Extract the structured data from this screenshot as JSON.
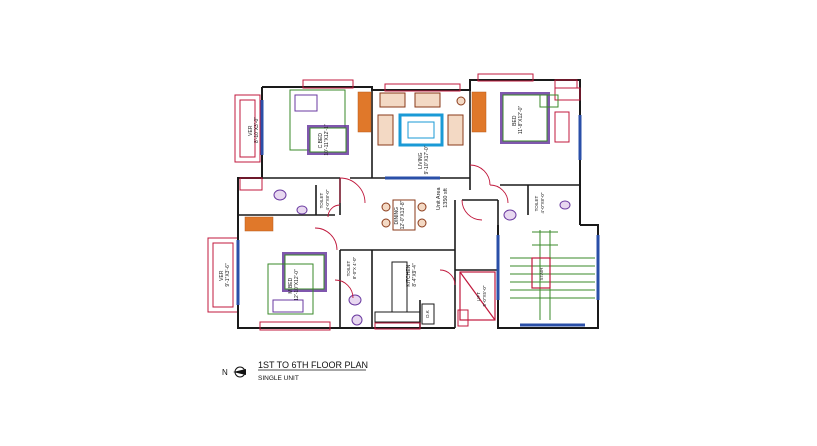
{
  "title": "1ST TO 6TH FLOOR PLAN",
  "subtitle": "SINGLE UNIT",
  "north_label": "N",
  "rooms": {
    "ver_top": {
      "name": "VER",
      "size": "8'-10\"X3'-0\""
    },
    "cbed": {
      "name": "C.BED",
      "size": "10'-11\"X12'-1\""
    },
    "bed_right": {
      "name": "BED",
      "size": "11'-8\"X12'-0\""
    },
    "living": {
      "name": "LIVING",
      "size": "9'-10\"X17'-0\""
    },
    "unit_area": {
      "name": "Unit Area",
      "value": "1350 sft"
    },
    "toilet_left": {
      "name": "TOILET",
      "size": "4'-0\"X8'-0\""
    },
    "toilet_right": {
      "name": "TOILET",
      "size": "4'-0\"X8'-0\""
    },
    "dining": {
      "name": "DINING",
      "size": "12'-0\"X13'-8\""
    },
    "ver_bottom": {
      "name": "VER",
      "size": "9'-1\"X3'-6\""
    },
    "mbed": {
      "name": "M.BED",
      "size": "12'-10\"X12'-0\""
    },
    "toilet_mid": {
      "name": "TOILET",
      "size": "8'-0\"X 4'-0\""
    },
    "kitchen": {
      "name": "KITCHEN",
      "size": "8'-4\"X9'-4\""
    },
    "lift": {
      "name": "LIFT",
      "size": "5'-0\"X5'-0\""
    },
    "stair": {
      "name": "STAIR"
    },
    "duct": {
      "name": "D.K"
    }
  },
  "colors": {
    "wall": "#1a1a1a",
    "window": "#2a4fa8",
    "door": "#c0183c",
    "bed_green": "#3a8a2a",
    "bed_purple": "#6a3aa0",
    "stair_orange": "#e0782a",
    "living_blue": "#1a9ad6"
  }
}
